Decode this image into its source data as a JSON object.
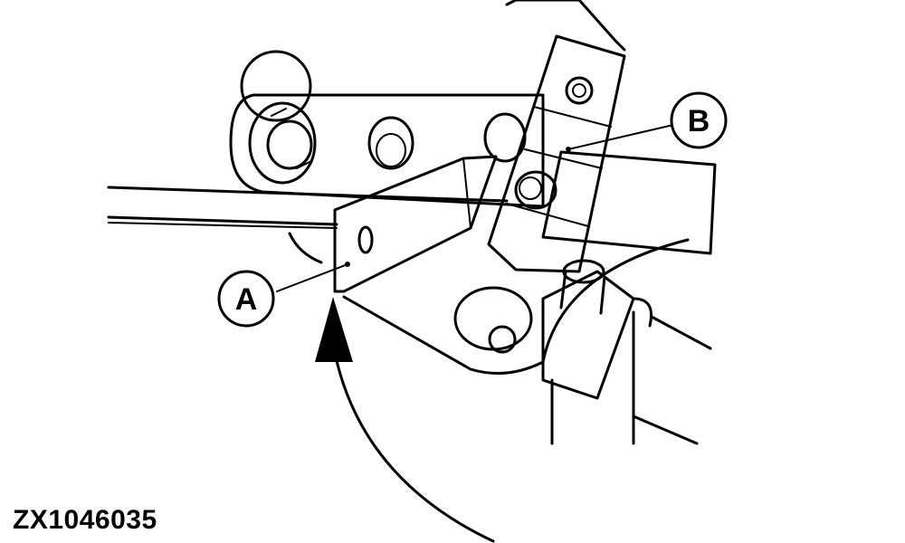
{
  "diagram": {
    "callouts": [
      {
        "id": "A",
        "label": "A"
      },
      {
        "id": "B",
        "label": "B"
      }
    ],
    "figure_id": "ZX1046035",
    "colors": {
      "line": "#000000",
      "bracket_fill": "#8a8a8a",
      "clamp_fill": "#d2d2d2",
      "background": "#ffffff"
    }
  }
}
